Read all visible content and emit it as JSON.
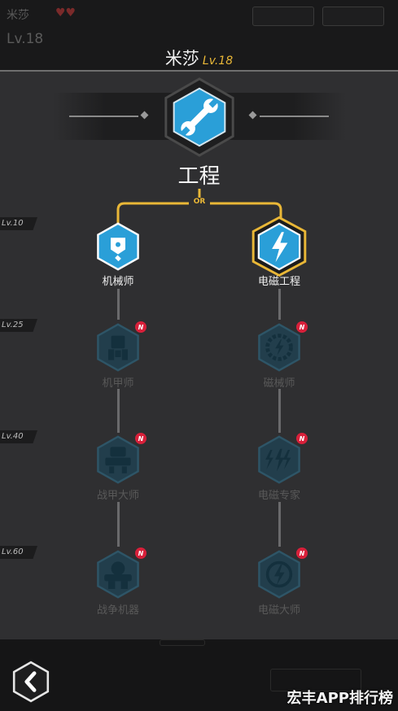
{
  "header": {
    "character_name": "米莎",
    "level": "Lv.18",
    "faded_name": "米莎",
    "faded_level": "Lv.18"
  },
  "root": {
    "label": "工程",
    "icon": "wrench-icon",
    "or_label": "OR"
  },
  "level_tags": [
    "Lv.10",
    "Lv.25",
    "Lv.40",
    "Lv.60"
  ],
  "branches": {
    "left": [
      {
        "label": "机械师",
        "icon": "mech-head-icon",
        "state": "active"
      },
      {
        "label": "机甲师",
        "icon": "mech-suit-icon",
        "state": "locked",
        "badge": "N"
      },
      {
        "label": "战甲大师",
        "icon": "battle-armor-icon",
        "state": "locked",
        "badge": "N"
      },
      {
        "label": "战争机器",
        "icon": "war-machine-icon",
        "state": "locked",
        "badge": "N"
      }
    ],
    "right": [
      {
        "label": "电磁工程",
        "icon": "lightning-icon",
        "state": "selected"
      },
      {
        "label": "磁械师",
        "icon": "gear-lightning-icon",
        "state": "locked",
        "badge": "N"
      },
      {
        "label": "电磁专家",
        "icon": "electro-expert-icon",
        "state": "locked",
        "badge": "N"
      },
      {
        "label": "电磁大师",
        "icon": "electro-master-icon",
        "state": "locked",
        "badge": "N"
      }
    ]
  },
  "colors": {
    "accent_gold": "#e9b737",
    "node_blue": "#2a9fd8",
    "locked": "#22485a",
    "badge_red": "#d8203a"
  },
  "back_button": {
    "icon": "chevron-left-icon"
  },
  "watermark": "宏丰APP排行榜"
}
